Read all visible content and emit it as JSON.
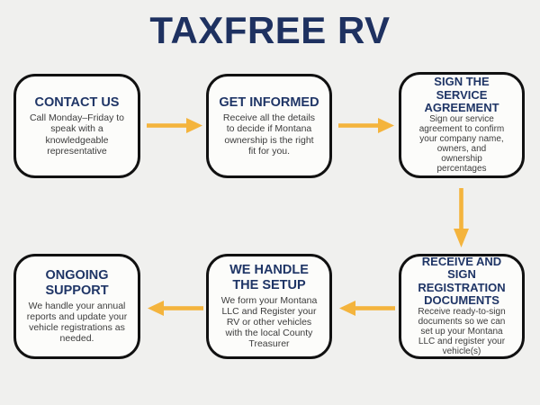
{
  "title": "TAXFREE RV",
  "colors": {
    "background": "#f0f0ee",
    "box_background": "#fcfcfa",
    "box_border": "#111111",
    "heading_text": "#1f3566",
    "body_text": "#3c3c3c",
    "arrow": "#f4b43d"
  },
  "steps": [
    {
      "heading": "CONTACT US",
      "body": "Call Monday–Friday to\nspeak with a\nknowledgeable\nrepresentative"
    },
    {
      "heading": "GET INFORMED",
      "body": "Receive all the details\nto decide if Montana\nownership is the right\nfit for you."
    },
    {
      "heading": "SIGN THE\nSERVICE\nAGREEMENT",
      "body": "Sign our service\nagreement to confirm\nyour company name,\nowners, and\nownership\npercentages"
    },
    {
      "heading": "RECEIVE AND\nSIGN\nREGISTRATION\nDOCUMENTS",
      "body": "Receive ready-to-sign\ndocuments so we can\nset up your Montana\nLLC and register your\nvehicle(s)"
    },
    {
      "heading": "WE HANDLE\nTHE SETUP",
      "body": "We form your Montana\nLLC and Register your\nRV or other vehicles\nwith the local County\nTreasurer"
    },
    {
      "heading": "ONGOING\nSUPPORT",
      "body": "We handle your annual\nreports and update your\nvehicle registrations as\nneeded."
    }
  ]
}
